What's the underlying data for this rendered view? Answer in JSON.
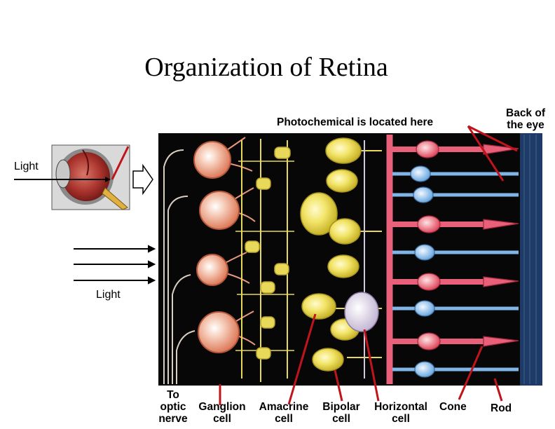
{
  "slide": {
    "title": "Organization of Retina",
    "labels": {
      "photochemical": "Photochemical is located here",
      "back_of_eye_line1": "Back of",
      "back_of_eye_line2": "the eye",
      "light_left": "Light",
      "light_middle": "Light",
      "to_optic_nerve_1": "To",
      "to_optic_nerve_2": "optic",
      "to_optic_nerve_3": "nerve",
      "ganglion_1": "Ganglion",
      "ganglion_2": "cell",
      "amacrine_1": "Amacrine",
      "amacrine_2": "cell",
      "bipolar_1": "Bipolar",
      "bipolar_2": "cell",
      "horizontal_1": "Horizontal",
      "horizontal_2": "cell",
      "cone": "Cone",
      "rod": "Rod"
    }
  },
  "colors": {
    "pointer_line": "#c0141c",
    "panel_bg": "#070707",
    "ganglion": "#e9987a",
    "amacrine": "#e9d95a",
    "bipolar": "#f0e060",
    "horizontal": "#e8e0f0",
    "cone": "#e8607a",
    "rod": "#7fb6e6",
    "back_layer": "#1e3a66"
  },
  "icons": [
    "eye-illustration",
    "hollow-arrow-icon",
    "light-ray-arrows"
  ]
}
